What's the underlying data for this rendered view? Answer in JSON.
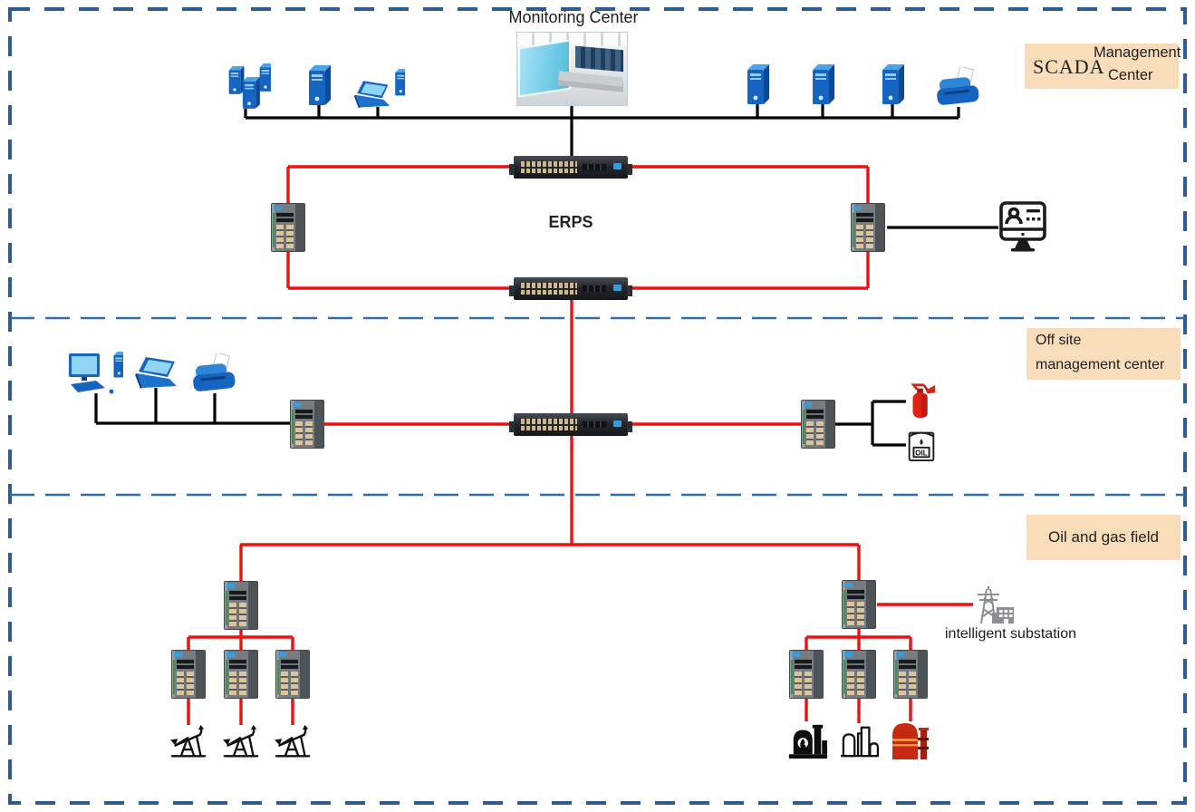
{
  "monitoring_center": {
    "title": "Monitoring Center"
  },
  "scada_label": {
    "scada": "SCADA",
    "management": "Management",
    "center": "Center"
  },
  "erps": {
    "label": "ERPS"
  },
  "offsite_label": {
    "line1": "Off site",
    "line2": "management center"
  },
  "field_label": {
    "text": "Oil and gas field"
  },
  "substation_label": {
    "text": "intelligent substation"
  },
  "oil_barrel": {
    "text": "OIL"
  },
  "colors": {
    "ring-red": "#e81311",
    "line-black": "#000000",
    "border-blue": "#2f5c8f",
    "separator-blue": "#2e6da6",
    "label-bg": "#f9dcba",
    "device-blue": "#1565c0"
  },
  "icons": {
    "server-cluster-icon": "three blue server towers",
    "server-tower-icon": "blue server tower",
    "workstation-icon": "laptop with tower pc",
    "desktop-pc-icon": "desktop computer with monitor and tower",
    "laptop-icon": "blue laptop",
    "printer-icon": "blue printer with paper",
    "rack-switch-icon": "24-port rackmount ethernet switch",
    "industrial-switch-icon": "DIN-rail industrial ethernet switch",
    "user-terminal-icon": "monitor with user account screen",
    "fire-extinguisher-icon": "fire extinguisher",
    "oil-barrel-icon": "oil barrel",
    "pump-jack-icon": "oil pump jack",
    "factory-icon": "black processing plant with flame",
    "refinery-icon": "outline refinery towers",
    "storage-tank-icon": "red oil storage tank",
    "substation-icon": "power transmission tower with substation building",
    "monitoring-room-photo": "control room photo"
  }
}
